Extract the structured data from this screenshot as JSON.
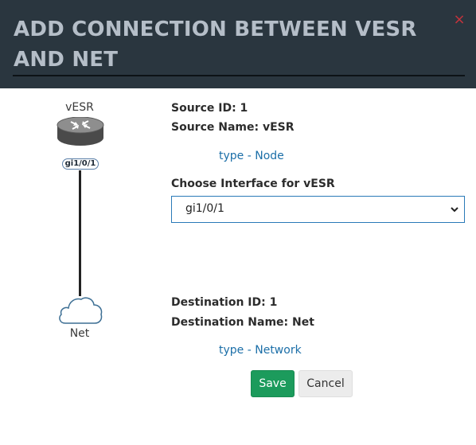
{
  "dialog": {
    "title": "ADD CONNECTION BETWEEN VESR AND NET",
    "close_icon": "×"
  },
  "diagram": {
    "source_label": "vESR",
    "interface_badge": "gi1/0/1",
    "destination_label": "Net",
    "source_icon": "router-icon",
    "destination_icon": "cloud-icon"
  },
  "source": {
    "id_text": "Source ID: 1",
    "name_text": "Source Name: vESR",
    "type_text": "type - Node"
  },
  "interface": {
    "label": "Choose Interface for vESR",
    "selected": "gi1/0/1"
  },
  "destination": {
    "id_text": "Destination ID: 1",
    "name_text": "Destination Name: Net",
    "type_text": "type - Network"
  },
  "buttons": {
    "save": "Save",
    "cancel": "Cancel"
  },
  "colors": {
    "header_bg": "#2a363f",
    "title_text": "#b5bec8",
    "close": "#c4333c",
    "link_text": "#1c6fa8",
    "save_bg": "#1c9b5c",
    "select_border": "#2a7ab8"
  }
}
